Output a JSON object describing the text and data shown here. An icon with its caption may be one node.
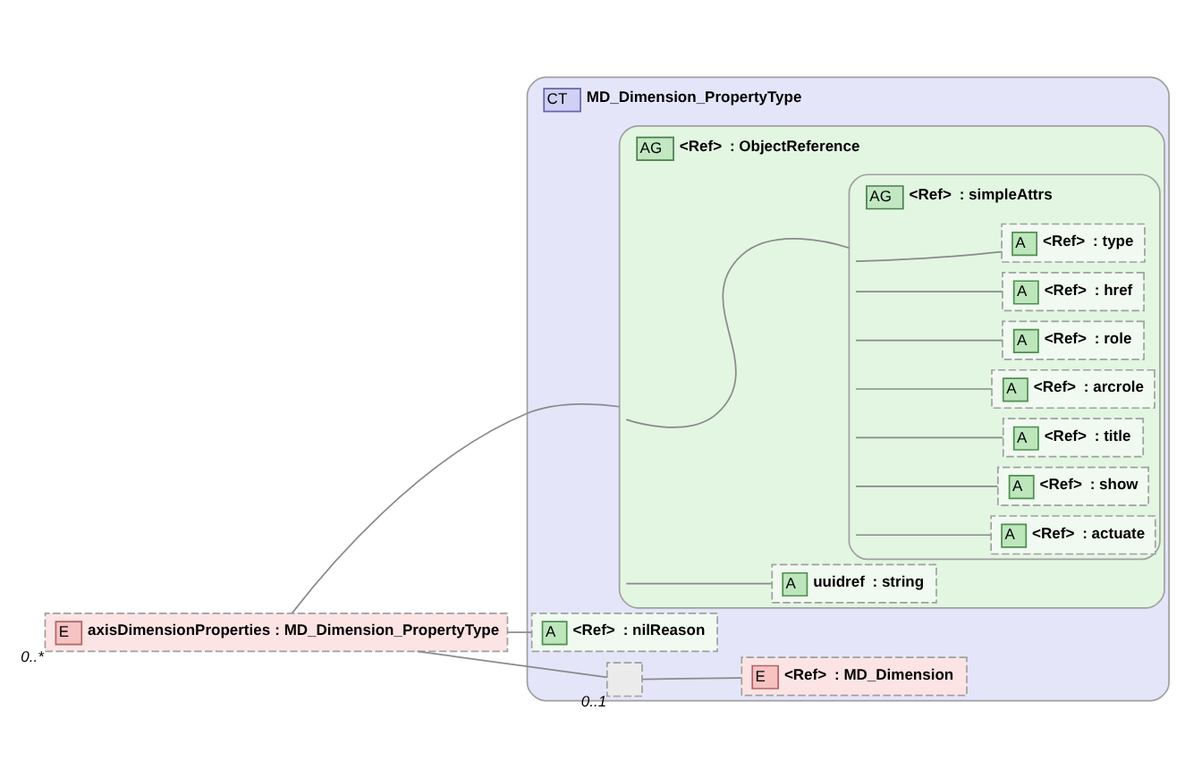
{
  "diagram": {
    "nodes": [
      {
        "text": [
          "E",
          "axisDimensionProperties",
          ": MD_Dimension_PropertyType"
        ],
        "beside": [
          "0..*"
        ]
      },
      {
        "text": [
          "CT",
          "MD_Dimension_PropertyType"
        ]
      },
      {
        "text": [
          "AG",
          "<Ref>",
          ": ObjectReference"
        ],
        "in": 1
      },
      {
        "text": [
          "AG",
          "<Ref>",
          ": simpleAttrs"
        ],
        "in": 2
      },
      {
        "text": [
          "A",
          "<Ref>",
          ": type"
        ],
        "in": 3
      },
      {
        "text": [
          "A",
          "<Ref>",
          ": href"
        ],
        "in": 3
      },
      {
        "text": [
          "A",
          "<Ref>",
          ": role"
        ],
        "in": 3
      },
      {
        "text": [
          "A",
          "<Ref>",
          ": arcrole"
        ],
        "in": 3
      },
      {
        "text": [
          "A",
          "<Ref>",
          ": title"
        ],
        "in": 3
      },
      {
        "text": [
          "A",
          "<Ref>",
          ": show"
        ],
        "in": 3
      },
      {
        "text": [
          "A",
          "<Ref>",
          ": actuate"
        ],
        "in": 3
      },
      {
        "text": [
          "A",
          "uuidref",
          ": string"
        ],
        "in": 2
      },
      {
        "text": [
          "A",
          "<Ref>",
          ": nilReason"
        ],
        "in": 1
      },
      {
        "text": [],
        "shape": "box",
        "beside": [
          "0..1"
        ],
        "in": 1
      },
      {
        "text": [
          "E",
          "<Ref>",
          ": MD_Dimension"
        ],
        "in": 1
      }
    ],
    "edges": [
      {
        "from": 0,
        "to": 2,
        "arrow": "none"
      },
      {
        "from": 0,
        "to": 12,
        "arrow": "none"
      },
      {
        "from": 0,
        "to": 13,
        "arrow": "none"
      },
      {
        "from": 2,
        "to": 3,
        "arrow": "none"
      },
      {
        "from": 2,
        "to": 11,
        "arrow": "none"
      },
      {
        "from": 3,
        "to": 4,
        "arrow": "none"
      },
      {
        "from": 3,
        "to": 5,
        "arrow": "none"
      },
      {
        "from": 3,
        "to": 6,
        "arrow": "none"
      },
      {
        "from": 3,
        "to": 7,
        "arrow": "none"
      },
      {
        "from": 3,
        "to": 8,
        "arrow": "none"
      },
      {
        "from": 3,
        "to": 9,
        "arrow": "none"
      },
      {
        "from": 3,
        "to": 10,
        "arrow": "none"
      },
      {
        "from": 13,
        "to": 14,
        "arrow": "none"
      }
    ]
  }
}
